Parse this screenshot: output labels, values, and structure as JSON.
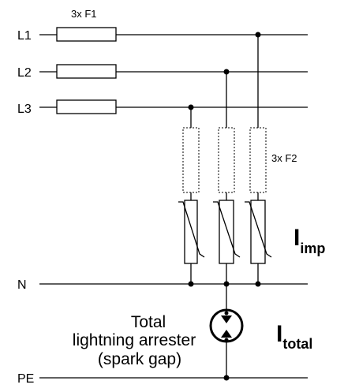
{
  "diagram": {
    "fuse_group_1_label": "3x F1",
    "fuse_group_2_label": "3x F2",
    "terminals": {
      "l1": "L1",
      "l2": "L2",
      "l3": "L3",
      "n": "N",
      "pe": "PE"
    },
    "currents": {
      "impulse_main": "I",
      "impulse_sub": "imp",
      "total_main": "I",
      "total_sub": "total"
    },
    "arrester_description": [
      "Total",
      "lightning arrester",
      "(spark gap)"
    ]
  }
}
